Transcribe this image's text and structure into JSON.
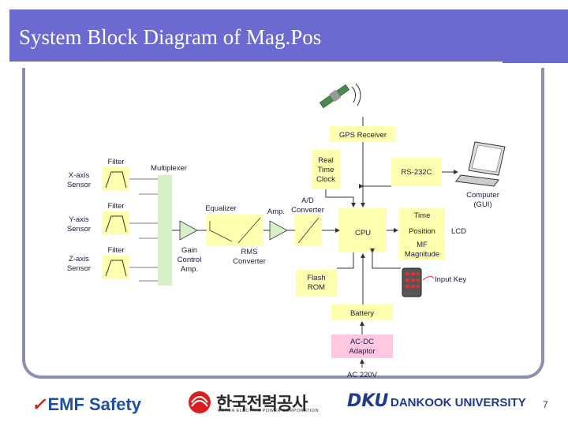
{
  "slide": {
    "title": "System Block Diagram of Mag.Pos",
    "page_number": "7"
  },
  "diagram": {
    "sensors": [
      "X-axis\nSensor",
      "Y-axis\nSensor",
      "Z-axis\nSensor"
    ],
    "filter_label": "Filter",
    "multiplexer": "Multiplexer",
    "equalizer": "Equalizer",
    "gain_amp": "Gain\nControl\nAmp.",
    "rms": "RMS\nConverter",
    "amp": "Amp.",
    "ad": "A/D\nConverter",
    "gps": "GPS Receiver",
    "rtc": "Real\nTime\nClock",
    "rs232": "RS-232C",
    "computer": "Computer\n(GUI)",
    "cpu": "CPU",
    "lcd_items": [
      "Time",
      "Position",
      "MF\nMagnitude"
    ],
    "lcd": "LCD",
    "flash": "Flash\nROM",
    "input_key": "Input Key",
    "battery": "Battery",
    "adaptor": "AC-DC\nAdaptor",
    "ac": "AC 220V"
  },
  "footer": {
    "emf_logo": "EMF Safety",
    "kepco_logo": "한국전력공사",
    "kepco_sub": "KOREA ELECTRIC POWER CORPORATION",
    "dku_mark": "DKU",
    "dku_logo": "DANKOOK UNIVERSITY"
  },
  "colors": {
    "header": "#6a6ad0",
    "block_yellow": "#ffffb0",
    "adaptor_pink": "#ffc8e0",
    "mux_green": "#d6efc6"
  }
}
